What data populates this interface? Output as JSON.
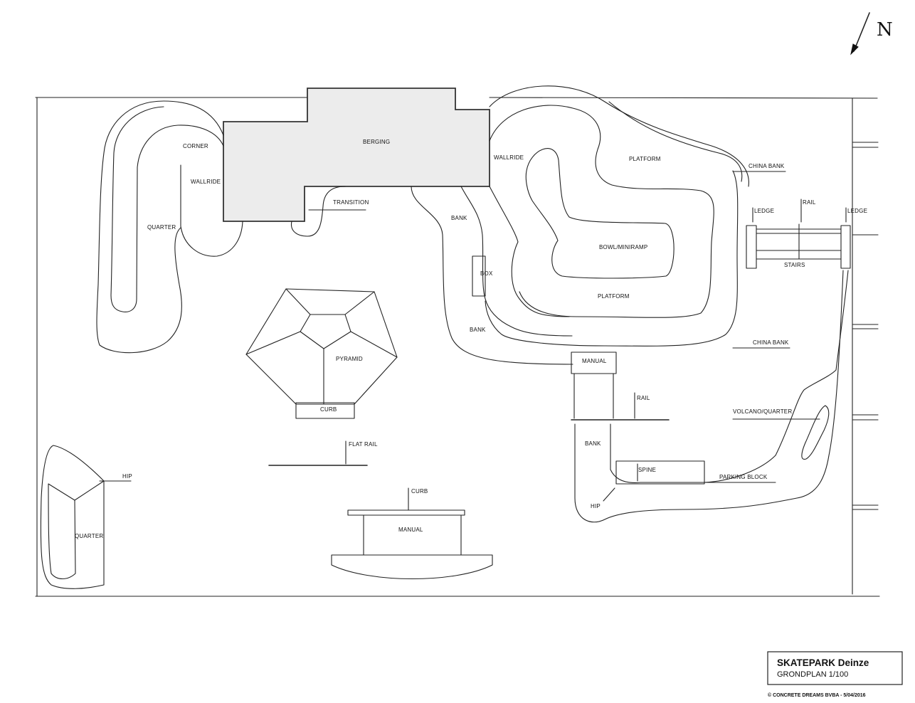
{
  "north_label": "N",
  "title_block": {
    "title": "SKATEPARK Deinze",
    "subtitle": "GRONDPLAN 1/100",
    "copyright": "© CONCRETE DREAMS BVBA - 5/04/2016"
  },
  "labels": {
    "berging": "BERGING",
    "corner": "CORNER",
    "wallride_left": "WALLRIDE",
    "quarter_left": "QUARTER",
    "transition": "TRANSITION",
    "wallride_bowl": "WALLRIDE",
    "platform_top": "PLATFORM",
    "china_bank_top": "CHINA BANK",
    "ledge_left": "LEDGE",
    "rail_top": "RAIL",
    "ledge_right": "LEDGE",
    "stairs": "STAIRS",
    "bank_upper": "BANK",
    "box": "BOX",
    "bowl_miniramp": "BOWL/MINIRAMP",
    "platform_bottom": "PLATFORM",
    "bank_lower": "BANK",
    "china_bank_bottom": "CHINA BANK",
    "pyramid": "PYRAMID",
    "curb_pyramid": "CURB",
    "manual_top": "MANUAL",
    "rail_mid": "RAIL",
    "volcano_quarter": "VOLCANO/QUARTER",
    "flat_rail": "FLAT RAIL",
    "bank_right": "BANK",
    "spine": "SPINE",
    "parking_block": "PARKING BLOCK",
    "hip_right": "HIP",
    "hip_left": "HIP",
    "quarter_bottom": "QUARTER",
    "curb_bottom": "CURB",
    "manual_bottom": "MANUAL"
  }
}
